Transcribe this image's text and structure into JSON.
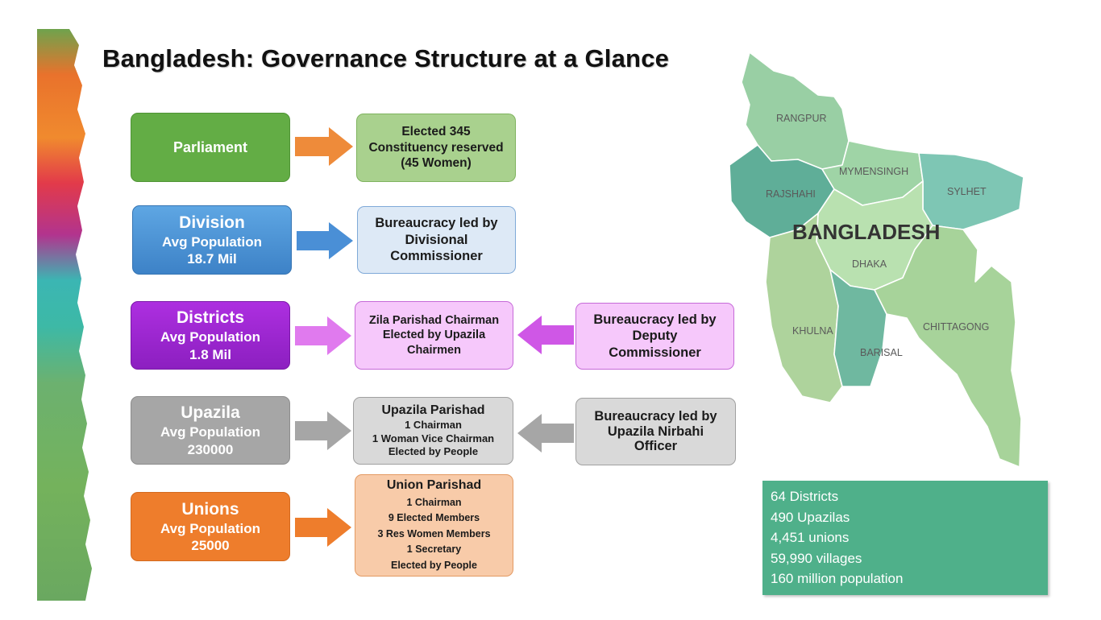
{
  "title": "Bangladesh: Governance Structure at a Glance",
  "levels": [
    {
      "name": "Parliament",
      "color": "#63ad45"
    },
    {
      "name": "Division",
      "avg_label": "Avg Population",
      "population": "18.7 Mil",
      "color": "#4a8fd2"
    },
    {
      "name": "Districts",
      "avg_label": "Avg Population",
      "population": "1.8 Mil",
      "color": "#9a27cf"
    },
    {
      "name": "Upazila",
      "avg_label": "Avg Population",
      "population": "230000",
      "color": "#a6a6a6"
    },
    {
      "name": "Unions",
      "avg_label": "Avg Population",
      "population": "25000",
      "color": "#ee7d2c"
    }
  ],
  "details": {
    "parliament": [
      "Elected 345",
      "Constituency reserved",
      "(45 Women)"
    ],
    "division": [
      "Bureaucracy led by",
      "Divisional",
      "Commissioner"
    ],
    "districts": [
      "Zila Parishad Chairman",
      "Elected by Upazila",
      "Chairmen"
    ],
    "upazila": {
      "heading": "Upazila Parishad",
      "lines": [
        "1 Chairman",
        "1 Woman Vice Chairman",
        "Elected by People"
      ]
    },
    "unions": {
      "heading": "Union Parishad",
      "lines": [
        "1 Chairman",
        "9 Elected Members",
        "3 Res Women Members",
        "1 Secretary",
        "Elected by People"
      ]
    }
  },
  "bureaucracy": {
    "districts": [
      "Bureaucracy led by",
      "Deputy",
      "Commissioner"
    ],
    "upazila": [
      "Bureaucracy led by",
      "Upazila Nirbahi",
      "Officer"
    ]
  },
  "map": {
    "country": "BANGLADESH",
    "divisions": [
      "RANGPUR",
      "MYMENSINGH",
      "RAJSHAHI",
      "SYLHET",
      "DHAKA",
      "KHULNA",
      "CHITTAGONG",
      "BARISAL"
    ]
  },
  "stats": [
    "64 Districts",
    "490 Upazilas",
    "4,451 unions",
    "59,990 villages",
    "160 million population"
  ]
}
